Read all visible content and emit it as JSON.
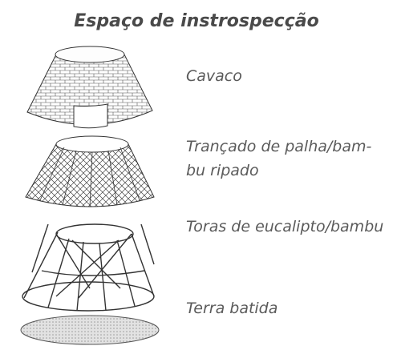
{
  "title": "Espaço de instrospecção",
  "layers": [
    {
      "label": "Cavaco"
    },
    {
      "label": "Trançado de palha/bam-bu ripado"
    },
    {
      "label": "Toras de eucalipto/bambu"
    },
    {
      "label": "Terra batida"
    }
  ],
  "colors": {
    "text": "#5a5a5a",
    "stroke": "#333333",
    "floor": "#d6d6d6"
  }
}
